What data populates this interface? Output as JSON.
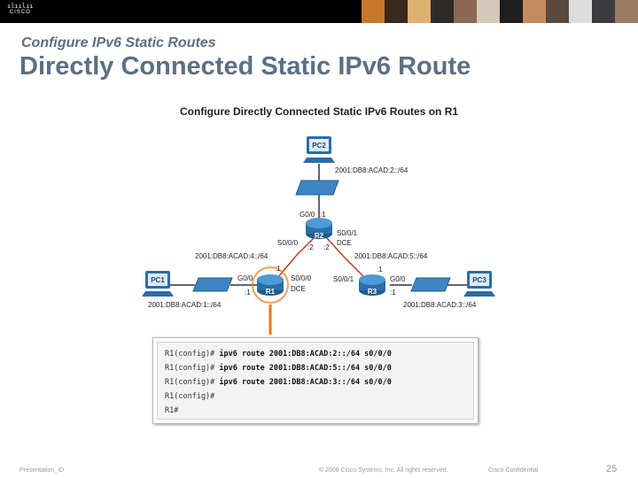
{
  "header": {
    "logo_bars": "ılıılıı",
    "logo_word": "CISCO",
    "photo_colors": [
      "#c9772a",
      "#3a2a20",
      "#e0b070",
      "#2e2a2a",
      "#8a6a52",
      "#d6c7b8",
      "#1e1e1e",
      "#c48a60",
      "#5a4a40",
      "#dcdcdc",
      "#3a3a40",
      "#9a7a60"
    ]
  },
  "slide": {
    "subtitle": "Configure IPv6 Static Routes",
    "title": "Directly Connected Static IPv6 Route"
  },
  "figure": {
    "title": "Configure Directly Connected Static IPv6 Routes on R1",
    "devices": {
      "pc1": "PC1",
      "pc2": "PC2",
      "pc3": "PC3",
      "r1": "R1",
      "r2": "R2",
      "r3": "R3"
    },
    "networks": {
      "lan1": "2001:DB8:ACAD:1::/64",
      "lan2": "2001:DB8:ACAD:2::/64",
      "lan3": "2001:DB8:ACAD:3::/64",
      "wan_r1_r2": "2001:DB8:ACAD:4::/64",
      "wan_r2_r3": "2001:DB8:ACAD:5::/64"
    },
    "interfaces": {
      "r2_g00": "G0/0",
      "r2_g00_host": ":1",
      "r2_s000": "S0/0/0",
      "r2_s000_host": ":2",
      "r2_s001": "S0/0/1",
      "r2_s001_dce": "DCE",
      "r2_s001_host": ":2",
      "r1_g00": "G0/0",
      "r1_g00_host": ":1",
      "r1_s000": "S0/0/0",
      "r1_s000_dce": "DCE",
      "r1_s000_host": ":1",
      "r3_s001": "S0/0/1",
      "r3_s001_host": ":1",
      "r3_g00": "G0/0",
      "r3_g00_host": ":1"
    },
    "commands": [
      {
        "prompt": "R1(config)#",
        "cmd": "ipv6 route 2001:DB8:ACAD:2::/64 s0/0/0"
      },
      {
        "prompt": "R1(config)#",
        "cmd": "ipv6 route 2001:DB8:ACAD:5::/64 s0/0/0"
      },
      {
        "prompt": "R1(config)#",
        "cmd": "ipv6 route 2001:DB8:ACAD:3::/64 s0/0/0"
      },
      {
        "prompt": "R1(config)#",
        "cmd": ""
      },
      {
        "prompt": "R1#",
        "cmd": ""
      }
    ],
    "colors": {
      "highlight": "#e8761e",
      "device": "#2a6ea8",
      "link_red": "#c0392b"
    }
  },
  "footer": {
    "presentation": "Presentation_ID",
    "copyright": "© 2008 Cisco Systems, Inc. All rights reserved.",
    "confidential": "Cisco Confidential",
    "page": "25"
  }
}
